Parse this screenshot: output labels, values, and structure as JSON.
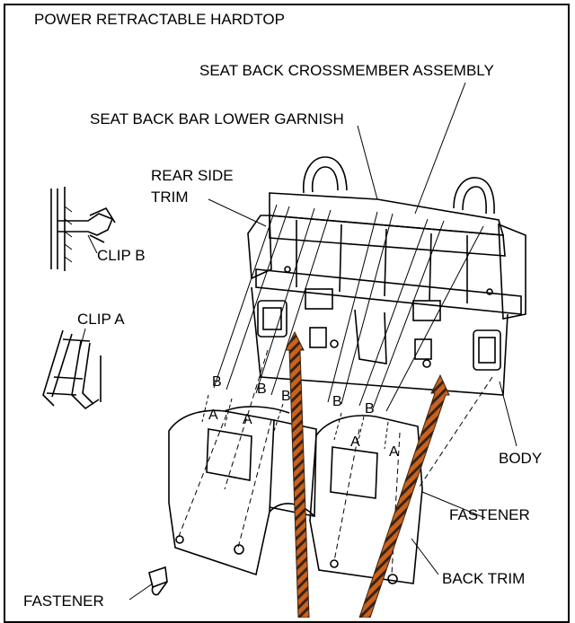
{
  "title": "POWER RETRACTABLE HARDTOP",
  "labels": {
    "crossmember": "SEAT BACK CROSSMEMBER ASSEMBLY",
    "lower_garnish": "SEAT BACK BAR LOWER GARNISH",
    "rear_side_trim_1": "REAR SIDE",
    "rear_side_trim_2": "TRIM",
    "clip_b": "CLIP B",
    "clip_a": "CLIP A",
    "body": "BODY",
    "fastener_right": "FASTENER",
    "back_trim": "BACK TRIM",
    "fastener_left": "FASTENER"
  },
  "markers": {
    "b": "B",
    "a": "A"
  },
  "colors": {
    "arrow_orange": "#c8621e",
    "arrow_dark": "#3a2312"
  }
}
